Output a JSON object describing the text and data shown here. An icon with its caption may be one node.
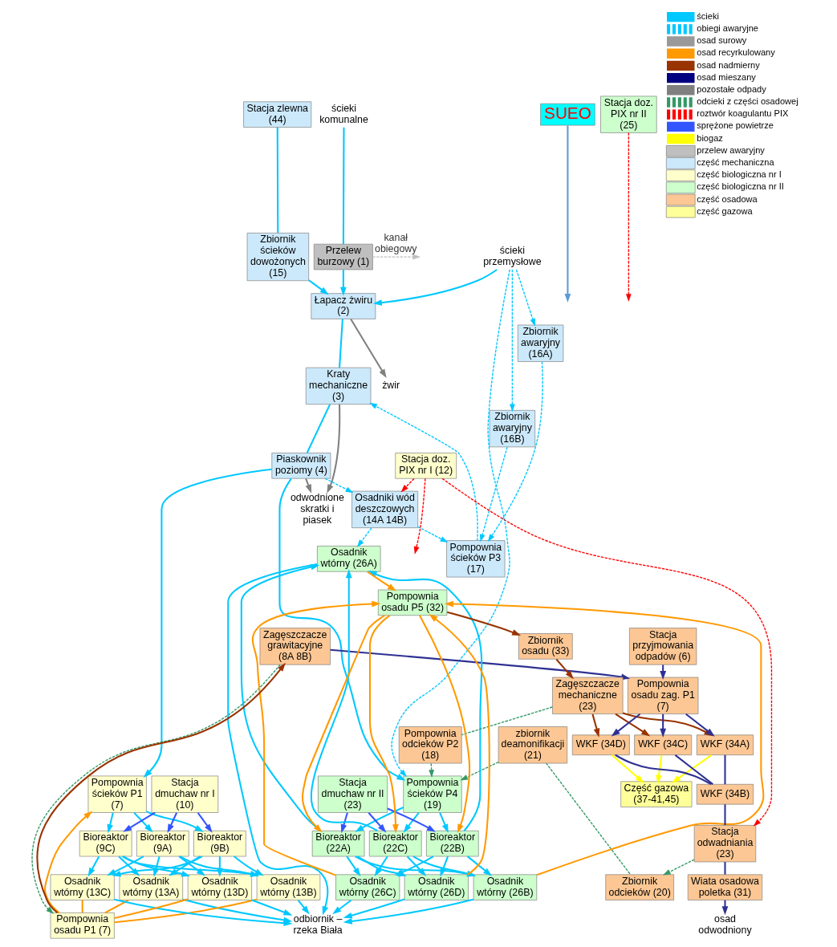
{
  "diagram": {
    "nodes": [
      {
        "text": [
          "ścieki komunalne"
        ]
      },
      {
        "text": [
          "ścieki przemysłowe"
        ]
      },
      {
        "text": [
          "Stacja zlewna (44)"
        ]
      },
      {
        "text": [
          "Zbiornik ścieków dowożonych (15)"
        ]
      },
      {
        "text": [
          "Przelew burzowy (1)"
        ]
      },
      {
        "text": [
          "SUEO"
        ]
      },
      {
        "text": [
          "Łapacz żwiru (2)"
        ]
      },
      {
        "text": [
          "żwir"
        ]
      },
      {
        "text": [
          "Kraty mechaniczne (3)"
        ]
      },
      {
        "text": [
          "odwodnione skratki i piasek"
        ]
      },
      {
        "text": [
          "Piaskownik poziomy (4)"
        ]
      },
      {
        "text": [
          "Zbiornik awaryjny (16A)"
        ]
      },
      {
        "text": [
          "Zbiornik awaryjny (16B)"
        ]
      },
      {
        "text": [
          "Pompownia ścieków P3 (17)"
        ]
      },
      {
        "text": [
          "Pompownia ścieków P1 (7)"
        ]
      },
      {
        "text": [
          "Osadniki wód deszczowych (14A 14B)"
        ]
      },
      {
        "text": [
          "Pompownia ścieków P4 (19)"
        ]
      },
      {
        "text": [
          "Stacja przyjmowania odpadów (6)"
        ]
      },
      {
        "text": [
          "zbiornik deamonifikacji (21)"
        ]
      },
      {
        "text": [
          "Zbiornik odcieków (20)"
        ]
      },
      {
        "text": [
          "Zagęszczacze grawitacyjne (8A 8B)"
        ]
      },
      {
        "text": [
          "Pompownia odcieków P2 (18)"
        ]
      },
      {
        "text": [
          "Bioreaktor (9A)"
        ]
      },
      {
        "text": [
          "Bioreaktor (9B)"
        ]
      },
      {
        "text": [
          "Bioreaktor (9C)"
        ]
      },
      {
        "text": [
          "Stacja dmuchaw nr I (10)"
        ]
      },
      {
        "text": [
          "Stacja dmuchaw nr II (23)"
        ]
      },
      {
        "text": [
          "Bioreaktor (22A)"
        ]
      },
      {
        "text": [
          "Bioreaktor (22B)"
        ]
      },
      {
        "text": [
          "Bioreaktor (22C)"
        ]
      },
      {
        "text": [
          "Zbiornik osadu (33)"
        ]
      },
      {
        "text": [
          "Zagęszczacze mechaniczne (23)"
        ]
      },
      {
        "text": [
          "Pompownia osadu zag. P1 (7)"
        ]
      },
      {
        "text": [
          "Osadnik wtórny (13A)"
        ]
      },
      {
        "text": [
          "Osadnik wtórny (13B)"
        ]
      },
      {
        "text": [
          "Osadnik wtórny (13C)"
        ]
      },
      {
        "text": [
          "Osadnik wtórny (13D)"
        ]
      },
      {
        "text": [
          "Stacja doz. PIX nr II (25)"
        ]
      },
      {
        "text": [
          "Stacja doz. PIX nr I (12)"
        ]
      },
      {
        "text": [
          "Osadnik wtórny (26A)"
        ]
      },
      {
        "text": [
          "Osadnik wtórny (26B)"
        ]
      },
      {
        "text": [
          "Osadnik wtórny (26C)"
        ]
      },
      {
        "text": [
          "Osadnik wtórny (26D)"
        ]
      },
      {
        "text": [
          "WKF (34A)"
        ]
      },
      {
        "text": [
          "WKF (34C)"
        ]
      },
      {
        "text": [
          "WKF (34D)"
        ]
      },
      {
        "text": [
          "WKF (34B)"
        ]
      },
      {
        "text": [
          "Stacja odwadniania (23)"
        ]
      },
      {
        "text": [
          "Pompownia osadu P1 (7)"
        ]
      },
      {
        "text": [
          "Pompownia osadu P5 (32)"
        ]
      },
      {
        "text": [
          "Wiata osadowa poletka (31)"
        ]
      },
      {
        "text": [
          "odbiornik – rzeka Biała"
        ]
      },
      {
        "text": [
          "osad odwodniony"
        ]
      },
      {
        "text": [
          "Część gazowa (37-41,45)"
        ]
      }
    ],
    "edges": [
      {
        "from": 0,
        "to": 4,
        "arrow": "none"
      },
      {
        "from": 4,
        "to": 6,
        "arrow": "to"
      },
      {
        "from": 1,
        "to": 6,
        "arrow": "to"
      },
      {
        "from": 2,
        "to": 3,
        "arrow": "none"
      },
      {
        "from": 3,
        "to": 6,
        "arrow": "to"
      },
      {
        "from": 4,
        "to": null,
        "arrow": "to",
        "label": "kanał obiegowy",
        "style": "dashed",
        "color": "#bfbfbf"
      },
      {
        "from": 5,
        "to": null,
        "arrow": "to",
        "color": "#5b9bd5"
      },
      {
        "from": 6,
        "to": 7,
        "arrow": "to",
        "color": "#808080"
      },
      {
        "from": 6,
        "to": 8,
        "arrow": "none"
      },
      {
        "from": 8,
        "to": 9,
        "arrow": "to",
        "color": "#808080"
      },
      {
        "from": 8,
        "to": 10,
        "arrow": "none"
      },
      {
        "from": 10,
        "to": 9,
        "arrow": "to",
        "color": "#808080"
      },
      {
        "from": 1,
        "to": 11,
        "arrow": "to",
        "style": "dashed"
      },
      {
        "from": 1,
        "to": 12,
        "arrow": "to",
        "style": "dashed"
      },
      {
        "from": 1,
        "to": 16,
        "arrow": "to",
        "style": "dashed"
      },
      {
        "from": 11,
        "to": 13,
        "arrow": "to",
        "style": "dashed"
      },
      {
        "from": 12,
        "to": 13,
        "arrow": "to",
        "style": "dashed"
      },
      {
        "from": 13,
        "to": 8,
        "arrow": "to",
        "style": "dashed"
      },
      {
        "from": 10,
        "to": 14,
        "arrow": "to"
      },
      {
        "from": 10,
        "to": 16,
        "arrow": "to"
      },
      {
        "from": 10,
        "to": 15,
        "arrow": "to",
        "style": "dashed"
      },
      {
        "from": 15,
        "to": 13,
        "arrow": "to",
        "style": "dashed"
      },
      {
        "from": 15,
        "to": 39,
        "arrow": "to",
        "style": "dashed"
      },
      {
        "from": 14,
        "to": 22,
        "arrow": "to"
      },
      {
        "from": 14,
        "to": 23,
        "arrow": "to"
      },
      {
        "from": 14,
        "to": 24,
        "arrow": "to"
      },
      {
        "from": 16,
        "to": 27,
        "arrow": "to"
      },
      {
        "from": 16,
        "to": 28,
        "arrow": "to"
      },
      {
        "from": 16,
        "to": 29,
        "arrow": "to"
      },
      {
        "from": 22,
        "to": 33,
        "arrow": "to"
      },
      {
        "from": 22,
        "to": 34,
        "arrow": "to"
      },
      {
        "from": 22,
        "to": 35,
        "arrow": "to"
      },
      {
        "from": 22,
        "to": 36,
        "arrow": "to"
      },
      {
        "from": 23,
        "to": 33,
        "arrow": "to"
      },
      {
        "from": 23,
        "to": 34,
        "arrow": "to"
      },
      {
        "from": 23,
        "to": 35,
        "arrow": "to"
      },
      {
        "from": 23,
        "to": 36,
        "arrow": "to"
      },
      {
        "from": 24,
        "to": 33,
        "arrow": "to"
      },
      {
        "from": 24,
        "to": 34,
        "arrow": "to"
      },
      {
        "from": 24,
        "to": 35,
        "arrow": "to"
      },
      {
        "from": 24,
        "to": 36,
        "arrow": "to"
      },
      {
        "from": 27,
        "to": 39,
        "arrow": "to"
      },
      {
        "from": 27,
        "to": 40,
        "arrow": "to"
      },
      {
        "from": 27,
        "to": 41,
        "arrow": "to"
      },
      {
        "from": 27,
        "to": 42,
        "arrow": "to"
      },
      {
        "from": 28,
        "to": 39,
        "arrow": "to"
      },
      {
        "from": 28,
        "to": 40,
        "arrow": "to"
      },
      {
        "from": 28,
        "to": 41,
        "arrow": "to"
      },
      {
        "from": 28,
        "to": 42,
        "arrow": "to"
      },
      {
        "from": 29,
        "to": 39,
        "arrow": "to"
      },
      {
        "from": 29,
        "to": 40,
        "arrow": "to"
      },
      {
        "from": 29,
        "to": 41,
        "arrow": "to"
      },
      {
        "from": 29,
        "to": 42,
        "arrow": "to"
      },
      {
        "from": 33,
        "to": 51,
        "arrow": "to"
      },
      {
        "from": 34,
        "to": 51,
        "arrow": "to"
      },
      {
        "from": 35,
        "to": 51,
        "arrow": "to"
      },
      {
        "from": 36,
        "to": 51,
        "arrow": "to"
      },
      {
        "from": 39,
        "to": 51,
        "arrow": "to"
      },
      {
        "from": 40,
        "to": 51,
        "arrow": "to"
      },
      {
        "from": 41,
        "to": 51,
        "arrow": "to"
      },
      {
        "from": 42,
        "to": 51,
        "arrow": "to"
      },
      {
        "from": 33,
        "to": 48,
        "arrow": "none",
        "color": "#ff9900"
      },
      {
        "from": 34,
        "to": 48,
        "arrow": "none",
        "color": "#ff9900"
      },
      {
        "from": 35,
        "to": 48,
        "arrow": "none",
        "color": "#ff9900"
      },
      {
        "from": 36,
        "to": 48,
        "arrow": "none",
        "color": "#ff9900"
      },
      {
        "from": 48,
        "to": 14,
        "arrow": "to",
        "color": "#ff9900"
      },
      {
        "from": 39,
        "to": 49,
        "arrow": "to",
        "color": "#ff9900"
      },
      {
        "from": 40,
        "to": 49,
        "arrow": "to",
        "color": "#ff9900"
      },
      {
        "from": 41,
        "to": 49,
        "arrow": "to",
        "color": "#ff9900"
      },
      {
        "from": 42,
        "to": 49,
        "arrow": "to",
        "color": "#ff9900"
      },
      {
        "from": 49,
        "to": 27,
        "arrow": "to",
        "color": "#ff9900"
      },
      {
        "from": 49,
        "to": 28,
        "arrow": "to",
        "color": "#ff9900"
      },
      {
        "from": 49,
        "to": 29,
        "arrow": "to",
        "color": "#ff9900"
      },
      {
        "from": 48,
        "to": 20,
        "arrow": "to",
        "color": "#993300"
      },
      {
        "from": 49,
        "to": 30,
        "arrow": "to",
        "color": "#993300"
      },
      {
        "from": 30,
        "to": 31,
        "arrow": "to",
        "color": "#993300"
      },
      {
        "from": 31,
        "to": 43,
        "arrow": "to",
        "color": "#993300"
      },
      {
        "from": 31,
        "to": 44,
        "arrow": "to",
        "color": "#993300"
      },
      {
        "from": 31,
        "to": 45,
        "arrow": "to",
        "color": "#993300"
      },
      {
        "from": 17,
        "to": 32,
        "arrow": "to",
        "color": "#2e3192"
      },
      {
        "from": 20,
        "to": 32,
        "arrow": "to",
        "color": "#2e3192"
      },
      {
        "from": 32,
        "to": 43,
        "arrow": "to",
        "color": "#2e3192"
      },
      {
        "from": 32,
        "to": 44,
        "arrow": "to",
        "color": "#2e3192"
      },
      {
        "from": 32,
        "to": 45,
        "arrow": "to",
        "color": "#2e3192"
      },
      {
        "from": 43,
        "to": 46,
        "arrow": "none",
        "color": "#2e3192"
      },
      {
        "from": 44,
        "to": 46,
        "arrow": "none",
        "color": "#2e3192"
      },
      {
        "from": 45,
        "to": 46,
        "arrow": "none",
        "color": "#2e3192"
      },
      {
        "from": 46,
        "to": 47,
        "arrow": "none",
        "color": "#2e3192"
      },
      {
        "from": 47,
        "to": 50,
        "arrow": "none",
        "color": "#2e3192"
      },
      {
        "from": 50,
        "to": 52,
        "arrow": "to",
        "color": "#2e3192"
      },
      {
        "from": 43,
        "to": 53,
        "arrow": "to",
        "color": "#ffff00"
      },
      {
        "from": 44,
        "to": 53,
        "arrow": "to",
        "color": "#ffff00"
      },
      {
        "from": 45,
        "to": 53,
        "arrow": "to",
        "color": "#ffff00"
      },
      {
        "from": 47,
        "to": 19,
        "arrow": "to",
        "style": "dashed",
        "color": "#339966"
      },
      {
        "from": 18,
        "to": 19,
        "arrow": "none",
        "style": "dashed",
        "color": "#339966"
      },
      {
        "from": 18,
        "to": 16,
        "arrow": "to",
        "style": "dashed",
        "color": "#339966"
      },
      {
        "from": 21,
        "to": 16,
        "arrow": "to",
        "style": "dashed",
        "color": "#339966"
      },
      {
        "from": 31,
        "to": 21,
        "arrow": "none",
        "style": "dashed",
        "color": "#339966"
      },
      {
        "from": 20,
        "to": 48,
        "arrow": "to",
        "style": "dashed",
        "color": "#339966"
      },
      {
        "from": 37,
        "to": null,
        "arrow": "to",
        "style": "dashed",
        "color": "#ff0000"
      },
      {
        "from": 38,
        "to": null,
        "arrow": "to",
        "style": "dashed",
        "color": "#ff0000"
      },
      {
        "from": 38,
        "to": 15,
        "arrow": "to",
        "style": "dashed",
        "color": "#ff0000"
      },
      {
        "from": 38,
        "to": 47,
        "arrow": "to",
        "style": "dashed",
        "color": "#ff0000"
      },
      {
        "from": 25,
        "to": 22,
        "arrow": "to",
        "color": "#3355ff"
      },
      {
        "from": 25,
        "to": 23,
        "arrow": "to",
        "color": "#3355ff"
      },
      {
        "from": 25,
        "to": 24,
        "arrow": "to",
        "color": "#3355ff"
      },
      {
        "from": 26,
        "to": 27,
        "arrow": "to",
        "color": "#3355ff"
      },
      {
        "from": 26,
        "to": 28,
        "arrow": "to",
        "color": "#3355ff"
      },
      {
        "from": 26,
        "to": 29,
        "arrow": "to",
        "color": "#3355ff"
      }
    ],
    "legend": [
      {
        "text": "ścieki"
      },
      {
        "text": "obiegi awaryjne"
      },
      {
        "text": "osad surowy"
      },
      {
        "text": "osad recyrkulowany"
      },
      {
        "text": "osad nadmierny"
      },
      {
        "text": "osad mieszany"
      },
      {
        "text": "pozostałe odpady"
      },
      {
        "text": "odcieki z części osadowej"
      },
      {
        "text": "roztwór koagulantu PIX"
      },
      {
        "text": "sprężone powietrze"
      },
      {
        "text": "biogaz"
      },
      {
        "text": "przelew awaryjny",
        "color": "#bfbfbf"
      },
      {
        "text": "część mechaniczna",
        "color": "#cce9fb"
      },
      {
        "text": "część biologiczna nr I",
        "color": "#ffffcc"
      },
      {
        "text": "część biologiczna nr II",
        "color": "#ccffcc"
      },
      {
        "text": "część osadowa",
        "color": "#fcc794"
      },
      {
        "text": "część gazowa",
        "color": "#ffff99"
      }
    ]
  }
}
